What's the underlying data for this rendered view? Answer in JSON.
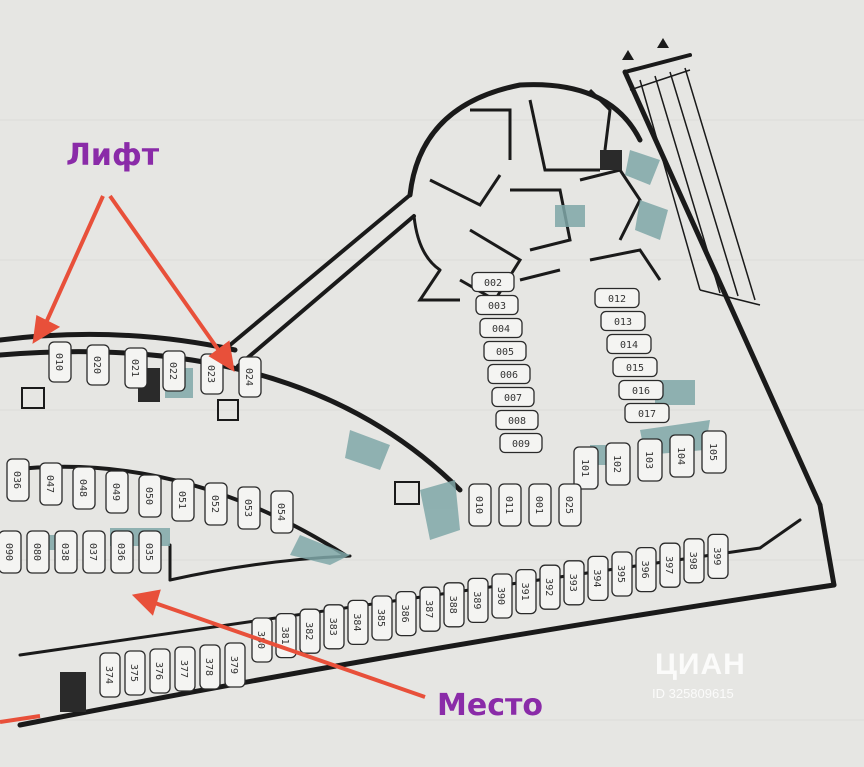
{
  "colors": {
    "wall": "#1a1a1a",
    "teal": "#7fa7a8",
    "annotation_text": "#8a2ba8",
    "arrow": "#e8503a",
    "background": "#e6e6e3"
  },
  "annotations": {
    "lift": "Лифт",
    "place": "Место"
  },
  "watermark": {
    "logo": "ЦИАН",
    "id": "ID 325809615"
  },
  "spots": {
    "outer_arc": [
      "010",
      "020",
      "021",
      "022",
      "023",
      "024"
    ],
    "left_block": [
      "036",
      "047",
      "048",
      "049",
      "050",
      "051",
      "052",
      "053",
      "054"
    ],
    "lower_left": [
      "090",
      "080",
      "038",
      "037",
      "036",
      "035"
    ],
    "center_column": [
      "002",
      "003",
      "004",
      "005",
      "006",
      "007",
      "008",
      "009"
    ],
    "right_column": [
      "012",
      "013",
      "014",
      "015",
      "016",
      "017"
    ],
    "right_row": [
      "101",
      "102",
      "103",
      "104",
      "105"
    ],
    "bottom_upper": [
      "380",
      "381",
      "382",
      "383",
      "384",
      "385",
      "386",
      "387",
      "388",
      "389",
      "390",
      "391",
      "392",
      "393",
      "394",
      "395",
      "396",
      "397",
      "398",
      "399"
    ],
    "bottom_lower": [
      "374",
      "375",
      "376",
      "377",
      "378",
      "379"
    ],
    "misc": [
      "010",
      "011",
      "001",
      "025"
    ]
  }
}
